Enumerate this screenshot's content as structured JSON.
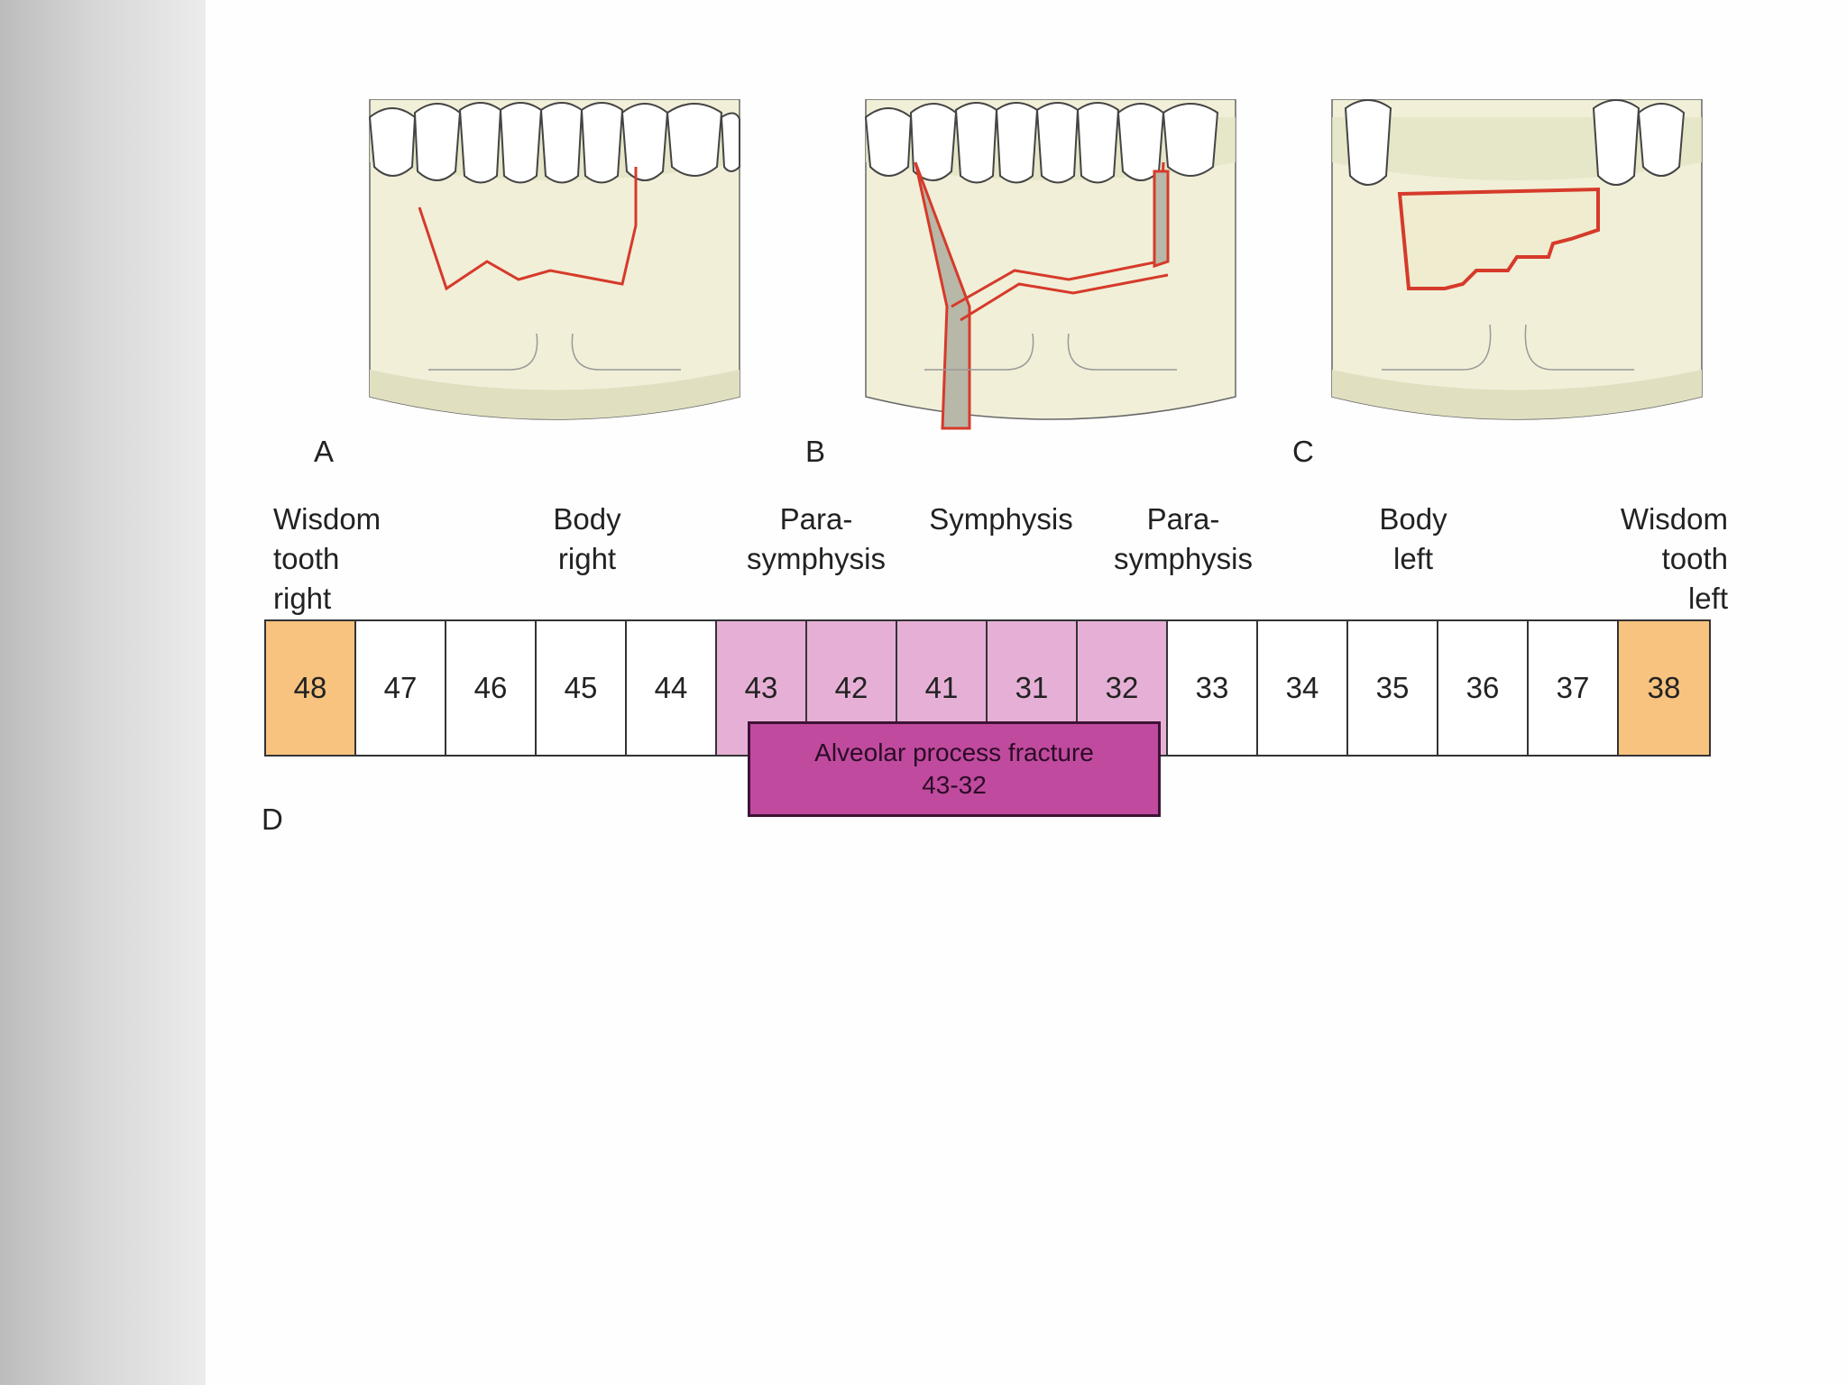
{
  "panels": [
    {
      "letter": "A"
    },
    {
      "letter": "B"
    },
    {
      "letter": "C"
    }
  ],
  "panel_d_letter": "D",
  "regions": [
    {
      "label": "Wisdom\ntooth\nright"
    },
    {
      "label": "Body\nright"
    },
    {
      "label": "Para-\nsymphysis"
    },
    {
      "label": "Symphysis"
    },
    {
      "label": "Para-\nsymphysis"
    },
    {
      "label": "Body\nleft"
    },
    {
      "label": "Wisdom\ntooth\nleft"
    }
  ],
  "teeth": [
    {
      "number": "48",
      "group": "wisdom"
    },
    {
      "number": "47",
      "group": "normal"
    },
    {
      "number": "46",
      "group": "normal"
    },
    {
      "number": "45",
      "group": "normal"
    },
    {
      "number": "44",
      "group": "normal"
    },
    {
      "number": "43",
      "group": "fracture"
    },
    {
      "number": "42",
      "group": "fracture"
    },
    {
      "number": "41",
      "group": "fracture"
    },
    {
      "number": "31",
      "group": "fracture"
    },
    {
      "number": "32",
      "group": "fracture"
    },
    {
      "number": "33",
      "group": "normal"
    },
    {
      "number": "34",
      "group": "normal"
    },
    {
      "number": "35",
      "group": "normal"
    },
    {
      "number": "36",
      "group": "normal"
    },
    {
      "number": "37",
      "group": "normal"
    },
    {
      "number": "38",
      "group": "wisdom"
    }
  ],
  "fracture_box": {
    "line1": "Alveolar process fracture",
    "line2": "43-32"
  },
  "colors": {
    "wisdom": "#f7c37f",
    "fracture_zone": "#e6b0d6",
    "fracture_box": "#c04a9e",
    "fracture_line": "#d63a2a",
    "bone": "#f1efd8",
    "gum": "#e3e4c4"
  }
}
